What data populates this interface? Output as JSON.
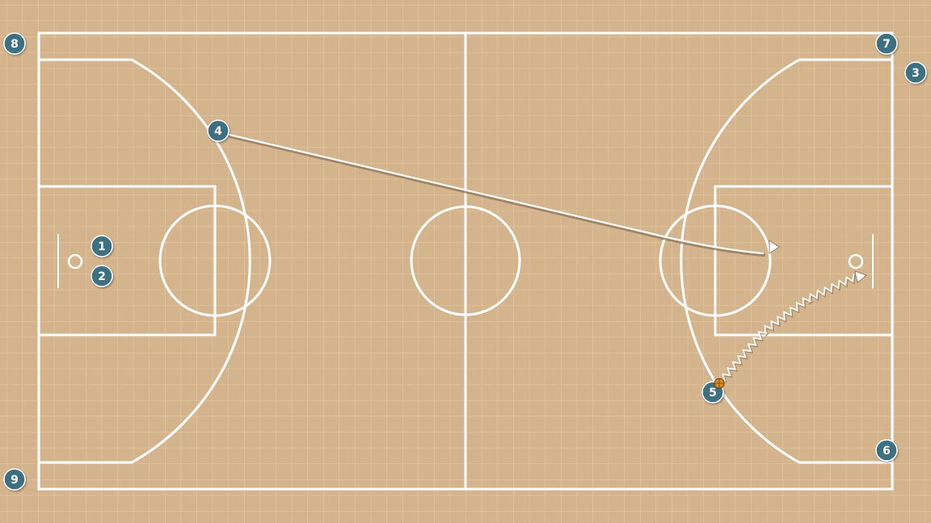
{
  "court": {
    "background_color": "#d4b48c",
    "grid_color": "#e2cbab",
    "line_color": "#ffffff"
  },
  "players": {
    "color": "#3e6f81",
    "p1": "1",
    "p2": "2",
    "p3": "3",
    "p4": "4",
    "p5": "5",
    "p6": "6",
    "p7": "7",
    "p8": "8",
    "p9": "9"
  },
  "actions": {
    "pass": {
      "from": "4",
      "to": "right basket area",
      "style": "solid line with arrow"
    },
    "dribble": {
      "player": "5",
      "to": "right basket",
      "style": "zigzag with arrow"
    }
  },
  "ball": {
    "color": "#e08a1e",
    "holder": "5"
  },
  "icons": [
    "basketball-icon"
  ]
}
